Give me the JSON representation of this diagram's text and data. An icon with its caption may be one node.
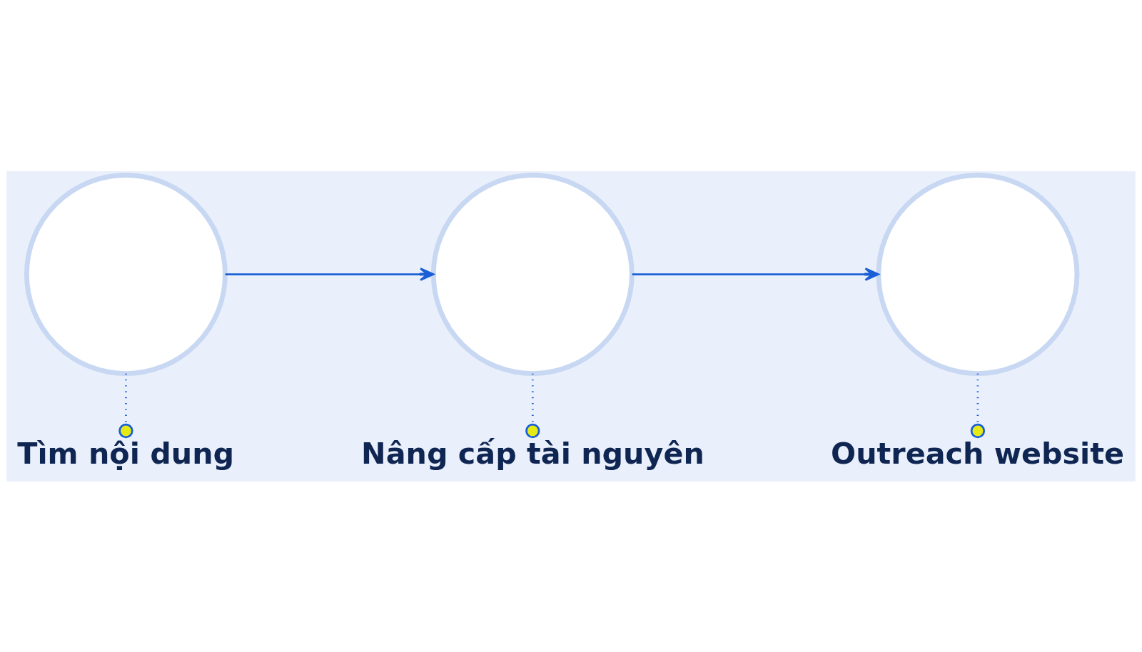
{
  "diagram": {
    "nodes": [
      {
        "text": [],
        "shape": "circle"
      },
      {
        "text": [],
        "shape": "circle"
      },
      {
        "text": [],
        "shape": "circle"
      },
      {
        "text": [
          "Tìm nội dung"
        ]
      },
      {
        "text": [
          "Nâng cấp tài nguyên"
        ]
      },
      {
        "text": [
          "Outreach website"
        ]
      }
    ],
    "edges": [
      {
        "from": 0,
        "to": 1,
        "arrow": "to"
      },
      {
        "from": 1,
        "to": 2,
        "arrow": "to"
      },
      {
        "from": 0,
        "to": 3,
        "arrow": "other",
        "style": "dashed"
      },
      {
        "from": 1,
        "to": 4,
        "arrow": "other",
        "style": "dashed"
      },
      {
        "from": 2,
        "to": 5,
        "arrow": "other",
        "style": "dashed"
      }
    ]
  }
}
